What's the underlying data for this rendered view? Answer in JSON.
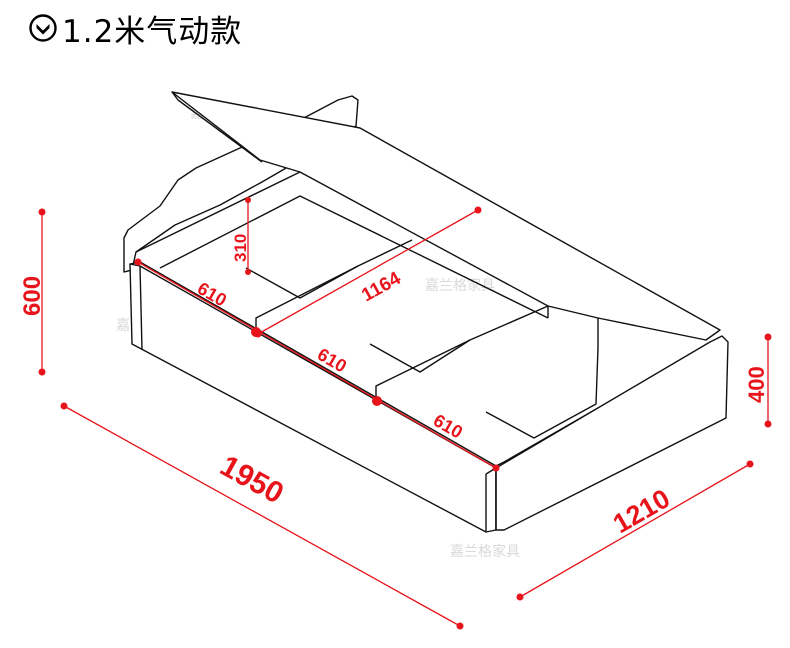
{
  "header": {
    "icon": "circled-chevron-down-icon",
    "title": "1.2米气动款"
  },
  "watermarks": [
    "嘉兰格家具",
    "嘉兰格家具",
    "嘉兰格家具",
    "嘉兰格家具"
  ],
  "dimensions": {
    "total_height": "600",
    "compartment_depth": "310",
    "inner_width": "1164",
    "section_1": "610",
    "section_2": "610",
    "section_3": "610",
    "foot_height": "400",
    "length": "1950",
    "width": "1210"
  },
  "colors": {
    "dimension": "#e8141c",
    "outline": "#111111",
    "watermark": "#d9d9d9"
  }
}
